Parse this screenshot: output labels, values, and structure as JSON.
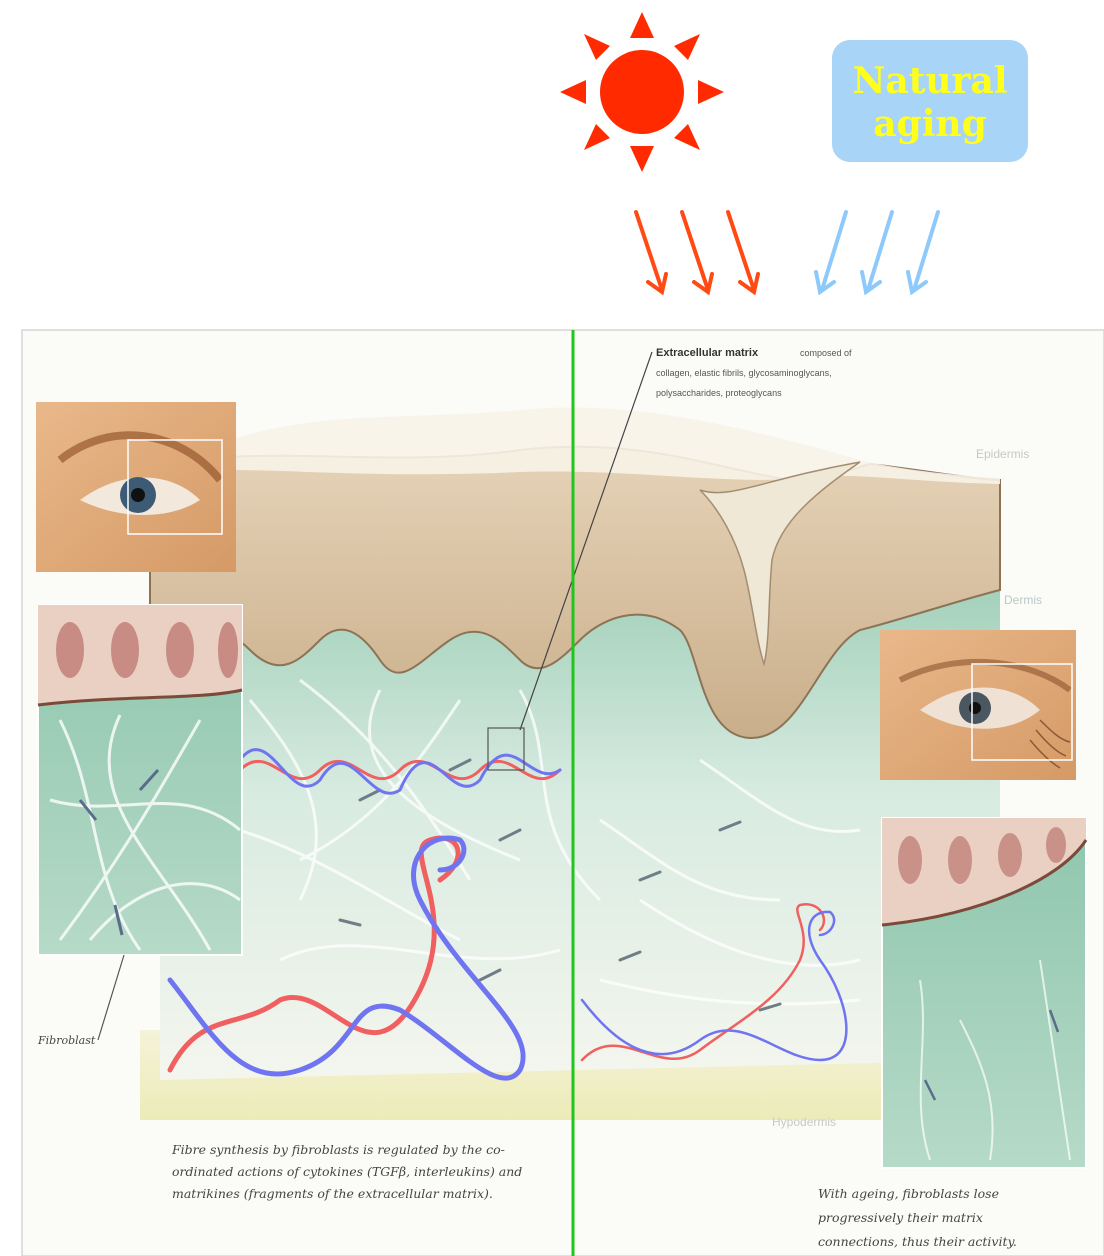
{
  "header": {
    "aging_line1": "Natural",
    "aging_line2": "aging"
  },
  "labels": {
    "ecm_title": "Extracellular matrix",
    "ecm_detail_1": "composed of",
    "ecm_detail_2": "collagen, elastic fibrils, glycosaminoglycans,",
    "ecm_detail_3": "polysaccharides, proteoglycans",
    "epidermis": "Epidermis",
    "dermis": "Dermis",
    "hypodermis": "Hypodermis",
    "fibroblast": "Fibroblast"
  },
  "captions": {
    "left": [
      "Fibre synthesis by fibroblasts is regulated by the co-",
      "ordinated actions of cytokines (TGFβ, interleukins) and",
      "matrikines (fragments of the extracellular matrix)."
    ],
    "right": [
      "With ageing, fibroblasts lose",
      "progressively their matrix",
      "connections, thus their activity."
    ]
  },
  "colors": {
    "sun": "#ff2a00",
    "sun_arrow": "#ff4a14",
    "aging_box": "#a8d4f7",
    "aging_text": "#ffff1a",
    "aging_arrow": "#8ec9fb",
    "divider": "#22c41e",
    "epidermis": "#d9c2a3",
    "dermis": "#a6d2bd",
    "collagen_red": "#f06060",
    "elastin_blue": "#6f74f0"
  },
  "icons": [
    "sun-icon",
    "eye-young-icon",
    "eye-aged-icon"
  ]
}
